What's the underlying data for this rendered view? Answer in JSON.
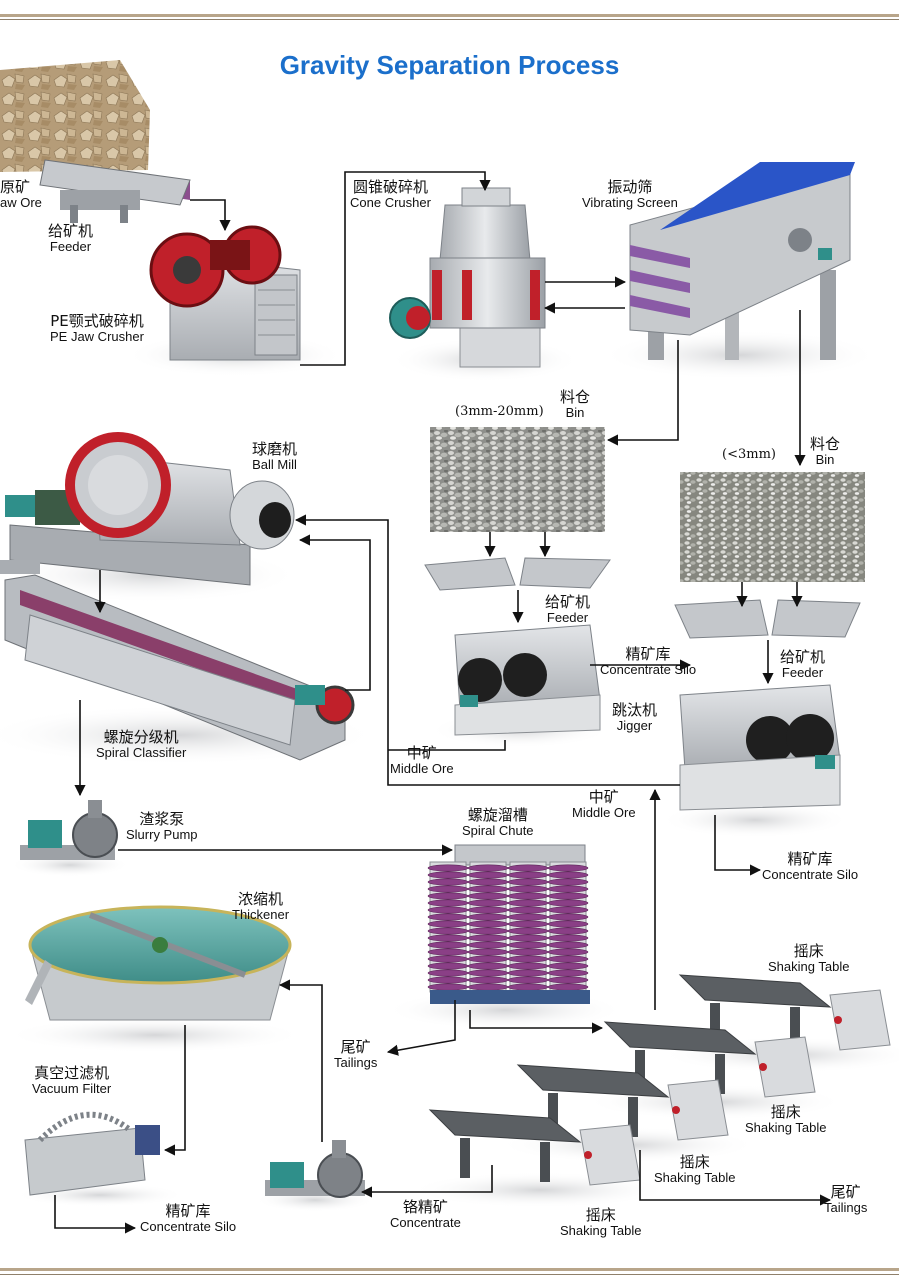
{
  "title": "Gravity Separation Process",
  "labels": {
    "raw_ore": {
      "cn": "原矿",
      "en": "aw Ore"
    },
    "feeder_1": {
      "cn": "给矿机",
      "en": "Feeder"
    },
    "jaw_crusher": {
      "cn": "PE颚式破碎机",
      "en": "PE Jaw Crusher"
    },
    "cone_crusher": {
      "cn": "圆锥破碎机",
      "en": "Cone Crusher"
    },
    "vibrating_screen": {
      "cn": "振动筛",
      "en": "Vibrating Screen"
    },
    "bin_1": {
      "cn": "料仓",
      "en": "Bin",
      "size": "(3mm-20mm)"
    },
    "bin_2": {
      "cn": "料仓",
      "en": "Bin",
      "size": "(<3mm)"
    },
    "ball_mill": {
      "cn": "球磨机",
      "en": "Ball Mill"
    },
    "feeder_2": {
      "cn": "给矿机",
      "en": "Feeder"
    },
    "feeder_3": {
      "cn": "给矿机",
      "en": "Feeder"
    },
    "concentrate_silo_1": {
      "cn": "精矿库",
      "en": "Concentrate Silo"
    },
    "jigger": {
      "cn": "跳汰机",
      "en": "Jigger"
    },
    "spiral_classifier": {
      "cn": "螺旋分级机",
      "en": "Spiral Classifier"
    },
    "middle_ore_1": {
      "cn": "中矿",
      "en": "Middle Ore"
    },
    "middle_ore_2": {
      "cn": "中矿",
      "en": "Middle Ore"
    },
    "slurry_pump": {
      "cn": "渣浆泵",
      "en": "Slurry Pump"
    },
    "spiral_chute": {
      "cn": "螺旋溜槽",
      "en": "Spiral Chute"
    },
    "concentrate_silo_2": {
      "cn": "精矿库",
      "en": "Concentrate Silo"
    },
    "thickener": {
      "cn": "浓缩机",
      "en": "Thickener"
    },
    "shaking_table_1": {
      "cn": "摇床",
      "en": "Shaking Table"
    },
    "tailings_1": {
      "cn": "尾矿",
      "en": "Tailings"
    },
    "vacuum_filter": {
      "cn": "真空过滤机",
      "en": "Vacuum Filter"
    },
    "shaking_table_2": {
      "cn": "摇床",
      "en": "Shaking Table"
    },
    "shaking_table_3": {
      "cn": "摇床",
      "en": "Shaking Table"
    },
    "tailings_2": {
      "cn": "尾矿",
      "en": "Tailings"
    },
    "concentrate_silo_3": {
      "cn": "精矿库",
      "en": "Concentrate Silo"
    },
    "concentrate": {
      "cn": "铬精矿",
      "en": "Concentrate"
    },
    "shaking_table_4": {
      "cn": "摇床",
      "en": "Shaking Table"
    }
  },
  "colors": {
    "title": "#1b6fcb",
    "flow_line": "#111111",
    "machine_gray": "#c9ccd0",
    "machine_dark": "#7d8288",
    "crusher_red": "#c0202a",
    "screen_blue": "#2a55c8",
    "screen_purple": "#8a5aa6",
    "chute_purple": "#8a3f86",
    "motor_teal": "#2f8f8a",
    "water_teal": "#5fa6a2",
    "ore_brown": "#b39a76",
    "gravel": "#9c9c98"
  },
  "icons": {
    "raw_ore_pile": "rock-pile-icon",
    "feeder": "vibrating-feeder-icon",
    "jaw_crusher": "jaw-crusher-icon",
    "cone_crusher": "cone-crusher-icon",
    "vibrating_screen": "vibrating-screen-icon",
    "bin": "gravel-bin-icon",
    "ball_mill": "ball-mill-icon",
    "spiral_classifier": "spiral-classifier-icon",
    "jigger": "jig-machine-icon",
    "slurry_pump": "slurry-pump-icon",
    "spiral_chute": "spiral-chute-icon",
    "thickener": "thickener-tank-icon",
    "shaking_table": "shaking-table-icon",
    "vacuum_filter": "vacuum-filter-icon"
  }
}
